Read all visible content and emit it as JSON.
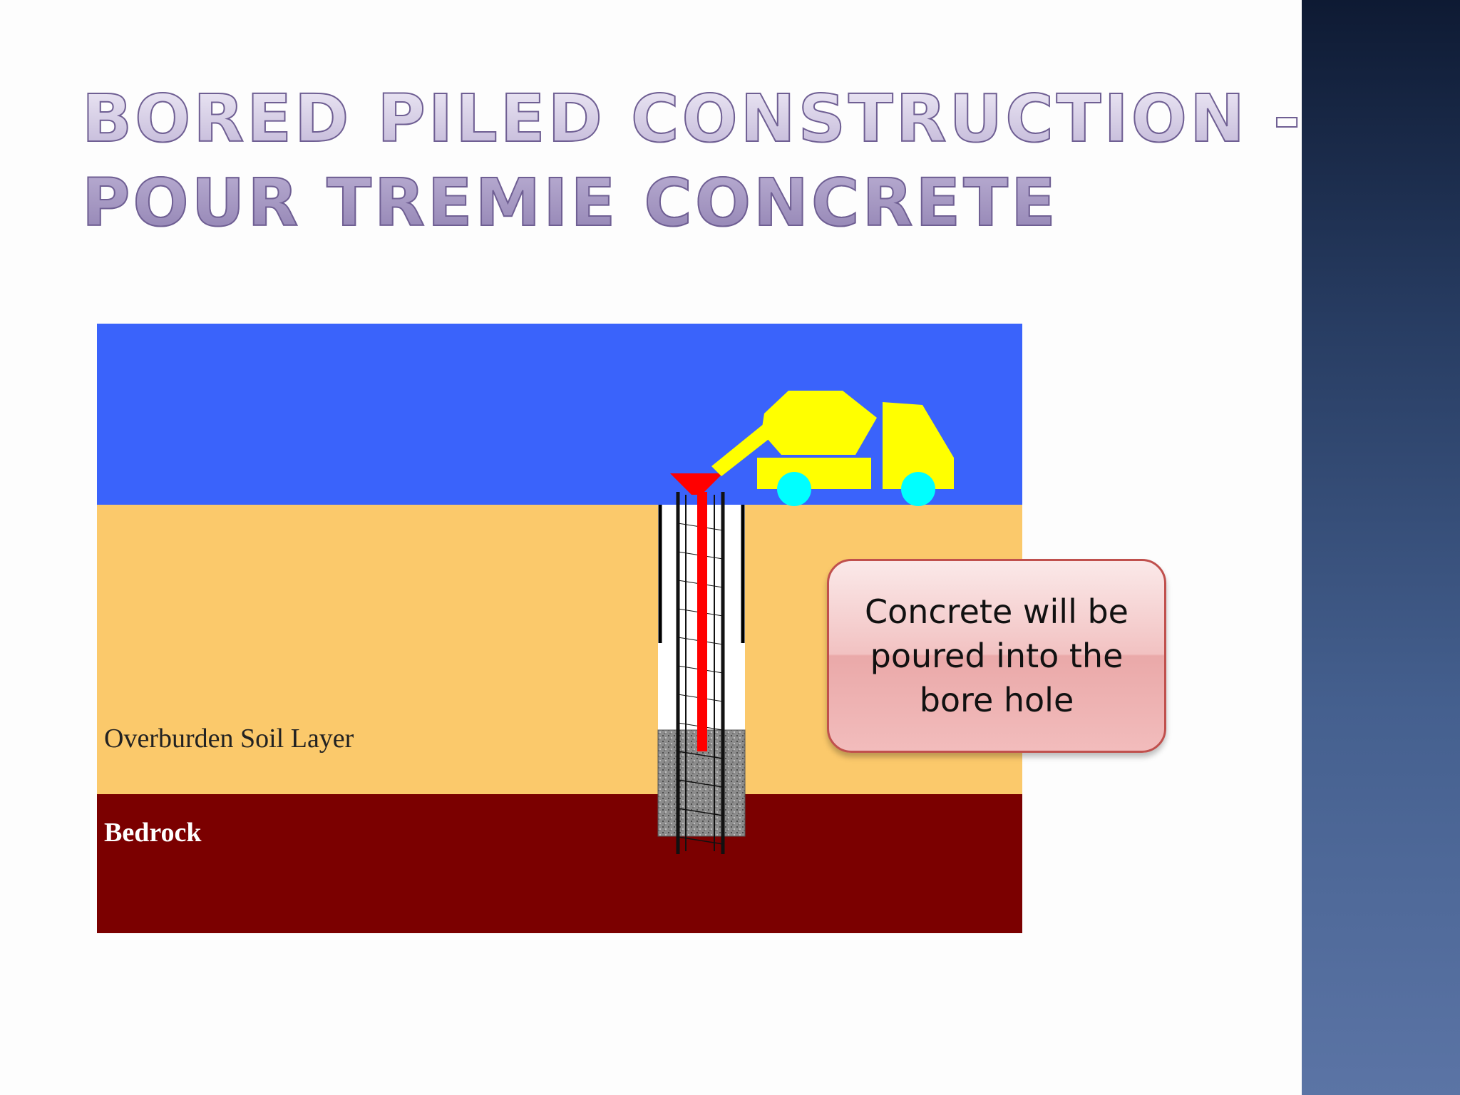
{
  "slide": {
    "title_line1": "Bored Piled Construction -",
    "title_line2": "Pour Tremie Concrete"
  },
  "diagram": {
    "layers": {
      "overburden_label": "Overburden Soil Layer",
      "bedrock_label": "Bedrock"
    },
    "colors": {
      "sky": "#3a63fb",
      "soil": "#fbc96b",
      "bedrock": "#7b0000",
      "truck": "#ffff00",
      "wheels": "#00ffff",
      "tremie": "#ff0000",
      "concrete": "#8c8c8c"
    }
  },
  "callout": {
    "text": "Concrete will be poured into the bore hole"
  }
}
